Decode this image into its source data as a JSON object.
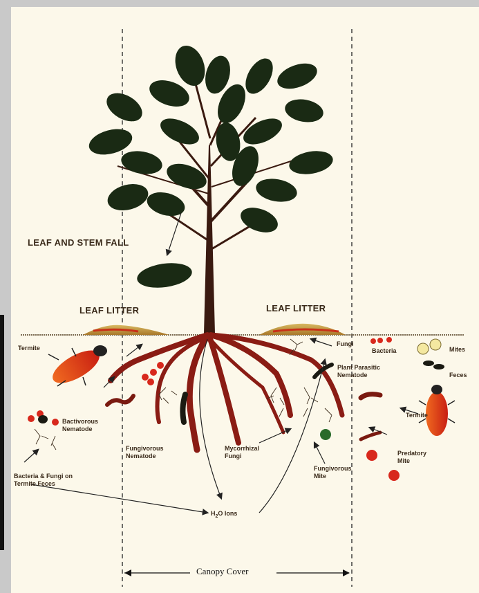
{
  "labels": {
    "leaf_stem_fall": "LEAF AND STEM FALL",
    "leaf_litter_left": "LEAF LITTER",
    "leaf_litter_right": "LEAF LITTER",
    "termite_left": "Termite",
    "termite_right": "Termite",
    "fungi": "Fungi",
    "bacteria": "Bacteria",
    "mites": "Mites",
    "feces": "Feces",
    "plant_parasitic_nematode_1": "Plant Parasitic",
    "plant_parasitic_nematode_2": "Nematode",
    "bactivorous_nematode_1": "Bactivorous",
    "bactivorous_nematode_2": "Nematode",
    "fungivorous_nematode_1": "Fungivorous",
    "fungivorous_nematode_2": "Nematode",
    "mycorrhizal_fungi_1": "Mycorrhizal",
    "mycorrhizal_fungi_2": "Fungi",
    "fungivorous_mite_1": "Fungivorous",
    "fungivorous_mite_2": "Mite",
    "predatory_mite_1": "Predatory",
    "predatory_mite_2": "Mite",
    "bacteria_fungi_1": "Bacteria & Fungi on",
    "bacteria_fungi_2": "Termite Feces",
    "h2o_ions_pre": "H",
    "h2o_ions_sub": "2",
    "h2o_ions_post": "O Ions",
    "canopy_cover": "Canopy Cover"
  },
  "colors": {
    "leaf": "#1a2a14",
    "trunk": "#3a1a10",
    "root": "#8a1c14",
    "termite": "#e0481c",
    "litter": "#c8a040",
    "background": "#fcf8ea"
  }
}
